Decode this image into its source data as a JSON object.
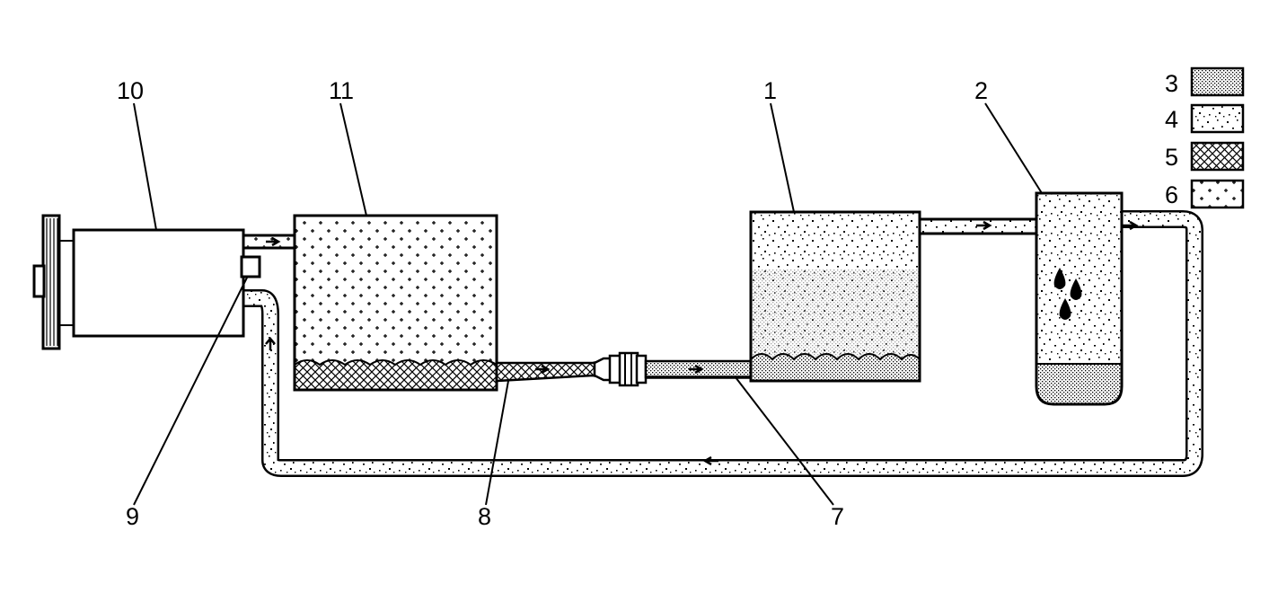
{
  "callouts": {
    "c10": "10",
    "c11": "11",
    "c1": "1",
    "c2": "2",
    "c9": "9",
    "c8": "8",
    "c7": "7"
  },
  "legend": [
    {
      "key": "3",
      "pattern": "fine-dense-stipple"
    },
    {
      "key": "4",
      "pattern": "coarse-speckle"
    },
    {
      "key": "5",
      "pattern": "crosshatch"
    },
    {
      "key": "6",
      "pattern": "plus-marks"
    }
  ],
  "colors": {
    "ink": "#000000",
    "paper": "#ffffff"
  }
}
